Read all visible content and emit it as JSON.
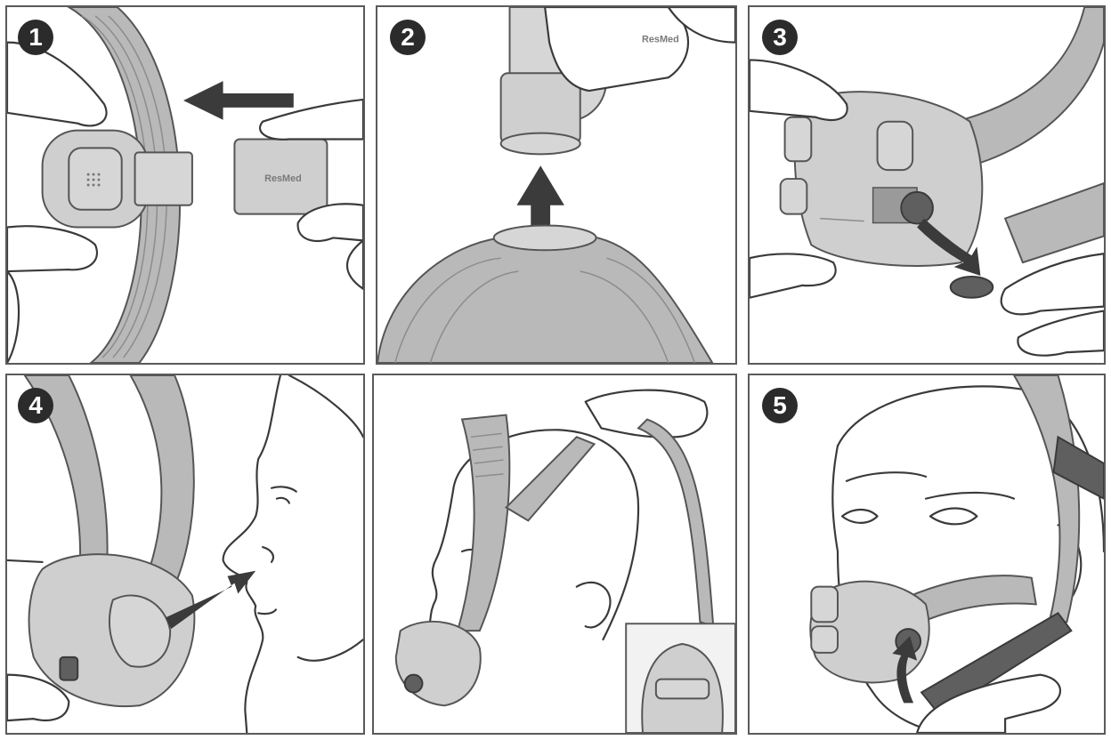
{
  "steps": [
    {
      "number": "1",
      "brand": "ResMed"
    },
    {
      "number": "2",
      "brand": "ResMed"
    },
    {
      "number": "3"
    },
    {
      "number": "4"
    },
    {
      "number": ""
    },
    {
      "number": "5"
    }
  ],
  "colors": {
    "ink": "#3a3a3a",
    "tube": "#b9b9b9",
    "mask": "#cfcfcf",
    "badge": "#2b2b2b",
    "border": "#5a5a5a"
  }
}
